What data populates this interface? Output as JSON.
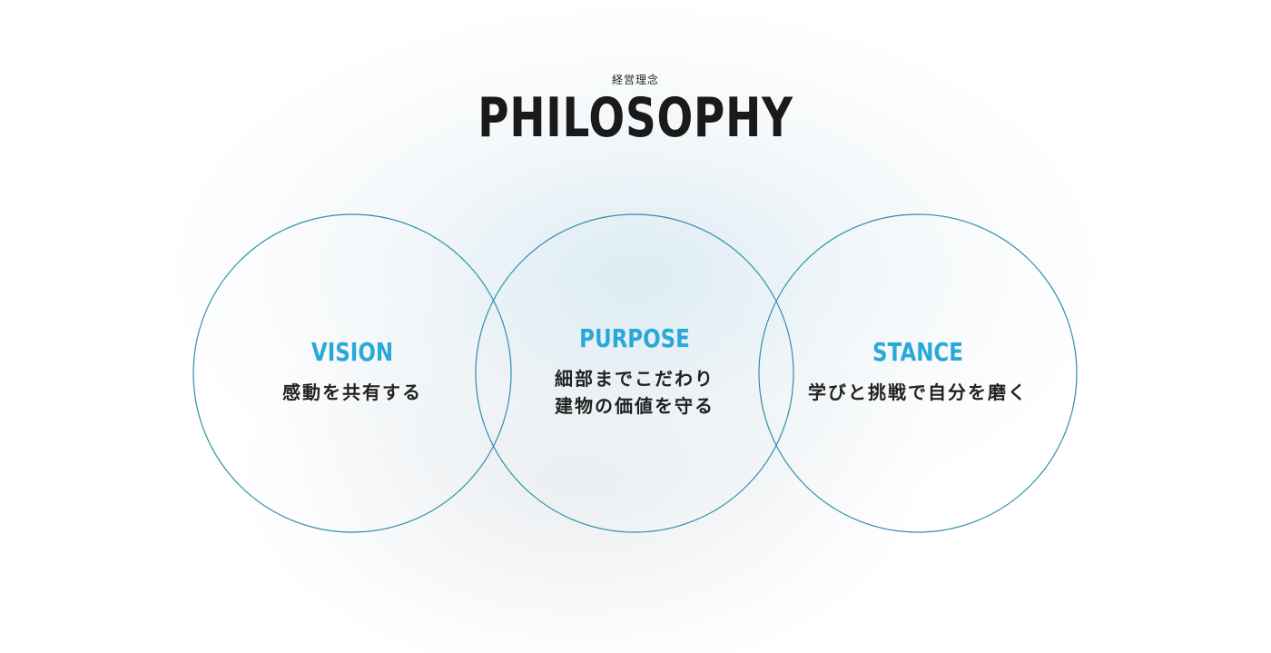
{
  "header": {
    "subtitle": "経営理念",
    "title": "PHILOSOPHY"
  },
  "circles": [
    {
      "heading": "VISION",
      "body_lines": [
        "感動を共有する"
      ]
    },
    {
      "heading": "PURPOSE",
      "body_lines": [
        "細部までこだわり",
        "建物の価値を守る"
      ]
    },
    {
      "heading": "STANCE",
      "body_lines": [
        "学びと挑戦で自分を磨く"
      ]
    }
  ],
  "colors": {
    "accent": "#2aa9d8",
    "circle_stroke": "#2f8fa8",
    "text": "#222222"
  }
}
